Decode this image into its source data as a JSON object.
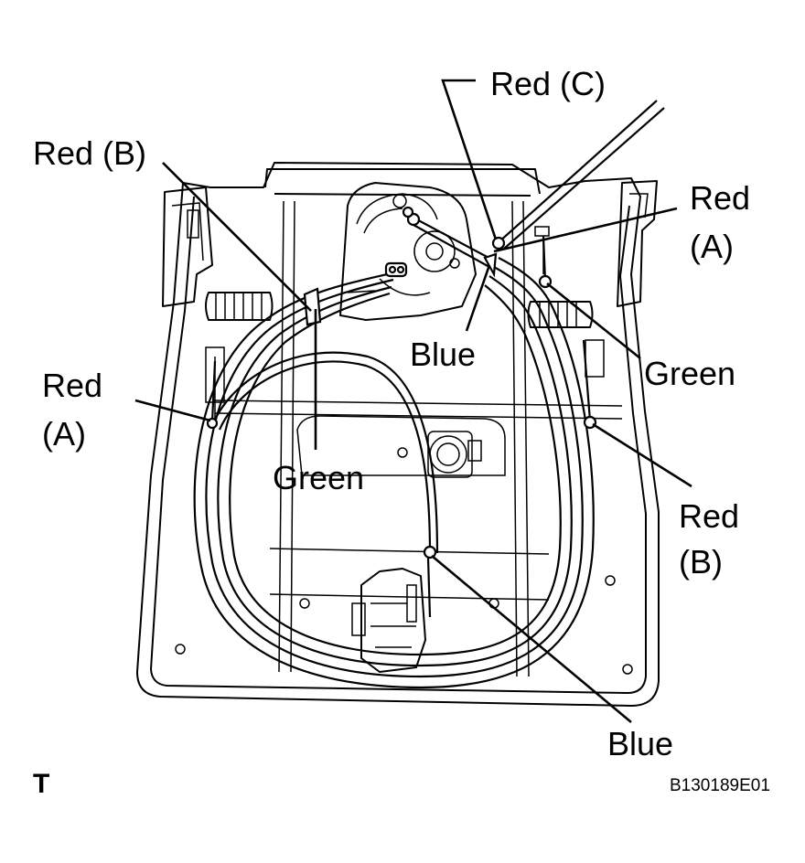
{
  "labels": {
    "red_c": "Red (C)",
    "red_b_top_left": "Red (B)",
    "red_a_right_line1": "Red",
    "red_a_right_line2": "(A)",
    "blue_top": "Blue",
    "green_right": "Green",
    "red_a_left_line1": "Red",
    "red_a_left_line2": "(A)",
    "green_center": "Green",
    "red_b_right_line1": "Red",
    "red_b_right_line2": "(B)",
    "blue_bottom": "Blue"
  },
  "corner_mark": "T",
  "figure_code": "B130189E01"
}
